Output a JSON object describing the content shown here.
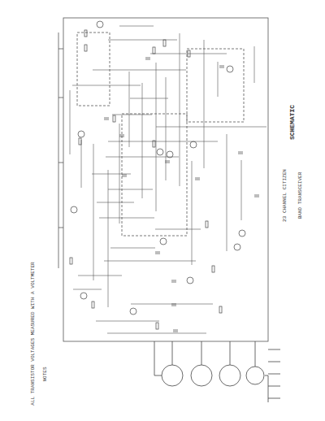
{
  "diagram": {
    "title": "SCHEMATIC",
    "labels": [
      "23 CHANNEL CITIZEN",
      "BAND TRANSCEIVER",
      "ALL TRANSISTOR VOLTAGES MEASURED WITH A VOLTMETER",
      "NOTES"
    ]
  }
}
